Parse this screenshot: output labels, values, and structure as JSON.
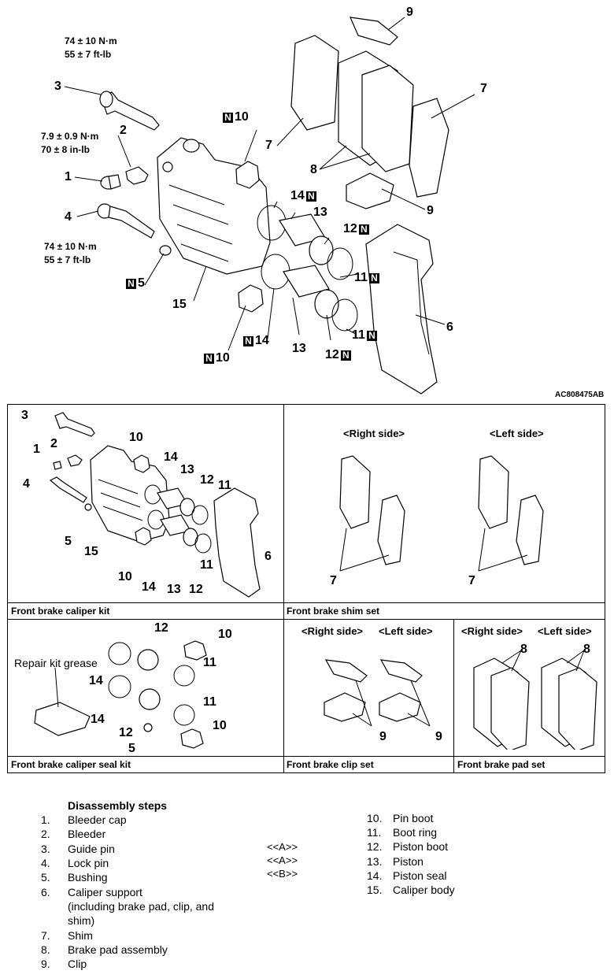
{
  "figure_code": "AC808475AB",
  "main_diagram": {
    "torque_3": [
      "74 ± 10 N·m",
      "55 ± 7 ft-lb"
    ],
    "torque_2": [
      "7.9 ± 0.9 N·m",
      "70 ± 8 in-lb"
    ],
    "torque_4": [
      "74 ± 10 N·m",
      "55 ± 7 ft-lb"
    ],
    "new_badge": "N",
    "callouts": {
      "c1": "1",
      "c2": "2",
      "c3": "3",
      "c4": "4",
      "c5": "5",
      "c6": "6",
      "c7a": "7",
      "c7b": "7",
      "c8": "8",
      "c9a": "9",
      "c9b": "9",
      "c10a": "10",
      "c10b": "10",
      "c11a": "11",
      "c11b": "11",
      "c12a": "12",
      "c12b": "12",
      "c13a": "13",
      "c13b": "13",
      "c14a": "14",
      "c14b": "14",
      "c15": "15"
    }
  },
  "kits": {
    "caliper_kit": {
      "caption": "Front brake caliper kit",
      "labels": {
        "l3": "3",
        "l2": "2",
        "l1": "1",
        "l4": "4",
        "l5": "5",
        "l15": "15",
        "l10a": "10",
        "l10b": "10",
        "l14a": "14",
        "l14b": "14",
        "l13a": "13",
        "l13b": "13",
        "l12a": "12",
        "l12b": "12",
        "l11a": "11",
        "l11b": "11",
        "l6": "6"
      }
    },
    "shim_set": {
      "caption": "Front brake shim set",
      "right_side": "<Right side>",
      "left_side": "<Left side>",
      "l7a": "7",
      "l7b": "7"
    },
    "seal_kit": {
      "caption": "Front brake caliper seal kit",
      "grease": "Repair kit grease",
      "labels": {
        "l12": "12",
        "l10a": "10",
        "l11a": "11",
        "l14a": "14",
        "l14b": "14",
        "l11b": "11",
        "l10b": "10",
        "l12b": "12",
        "l5": "5"
      }
    },
    "clip_set": {
      "caption": "Front brake clip set",
      "right_side": "<Right side>",
      "left_side": "<Left side>",
      "l9a": "9",
      "l9b": "9"
    },
    "pad_set": {
      "caption": "Front brake pad set",
      "right_side": "<Right side>",
      "left_side": "<Left side>",
      "l8a": "8",
      "l8b": "8"
    }
  },
  "steps": {
    "heading": "Disassembly steps",
    "left": [
      {
        "num": "1.",
        "text": "Bleeder cap"
      },
      {
        "num": "2.",
        "text": "Bleeder"
      },
      {
        "num": "3.",
        "text": "Guide pin"
      },
      {
        "num": "4.",
        "text": "Lock pin"
      },
      {
        "num": "5.",
        "text": "Bushing"
      },
      {
        "num": "6.",
        "text": "Caliper support"
      },
      {
        "num": "",
        "text": " (including brake pad, clip, and"
      },
      {
        "num": "",
        "text": "shim)"
      },
      {
        "num": "7.",
        "text": "Shim"
      },
      {
        "num": "8.",
        "text": "Brake pad assembly"
      },
      {
        "num": "9.",
        "text": "Clip"
      }
    ],
    "markers": [
      "<<A>>",
      "<<A>>",
      "<<B>>"
    ],
    "right": [
      {
        "num": "10.",
        "text": "Pin boot"
      },
      {
        "num": "11.",
        "text": "Boot ring"
      },
      {
        "num": "12.",
        "text": "Piston boot"
      },
      {
        "num": "13.",
        "text": "Piston"
      },
      {
        "num": "14.",
        "text": "Piston seal"
      },
      {
        "num": "15.",
        "text": "Caliper body"
      }
    ]
  }
}
